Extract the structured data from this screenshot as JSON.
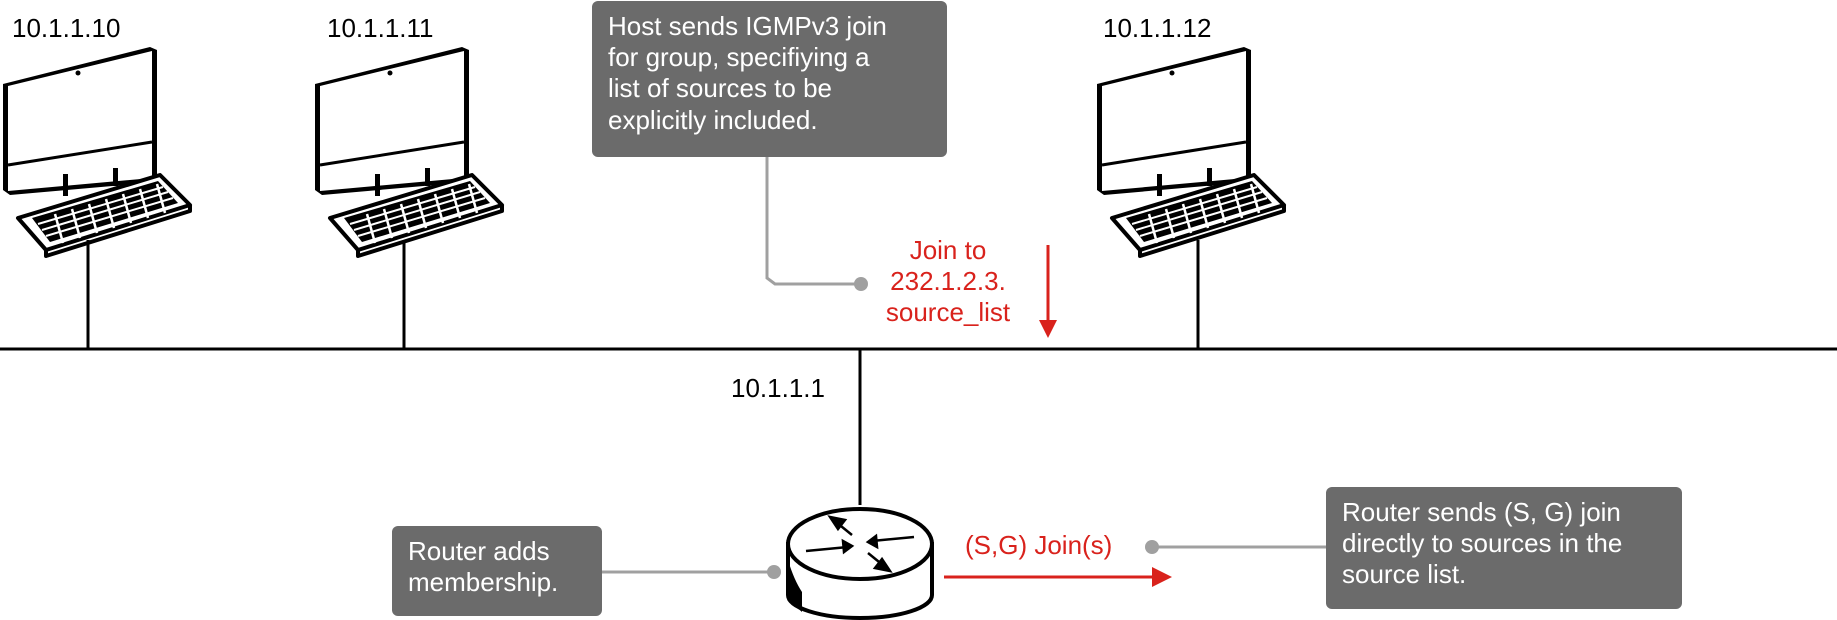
{
  "hosts": [
    {
      "ip": "10.1.1.10"
    },
    {
      "ip": "10.1.1.11"
    },
    {
      "ip": "10.1.1.12"
    }
  ],
  "router": {
    "ip": "10.1.1.1",
    "icon": "router-icon"
  },
  "callouts": {
    "host_join": "Host sends IGMPv3 join\nfor group, specifiying a\nlist of sources to be\nexplicitly included.",
    "router_adds": "Router adds\nmembership.",
    "router_sends": "Router sends (S, G) join\ndirectly to sources in the\nsource list."
  },
  "messages": {
    "igmp_join": "Join to\n232.1.2.3.\nsource_list",
    "sg_join": "(S,G) Join(s)"
  },
  "colors": {
    "callout_bg": "#6b6b6b",
    "accent_red": "#d9221c",
    "leader_gray": "#a0a0a0",
    "line_black": "#000000"
  }
}
